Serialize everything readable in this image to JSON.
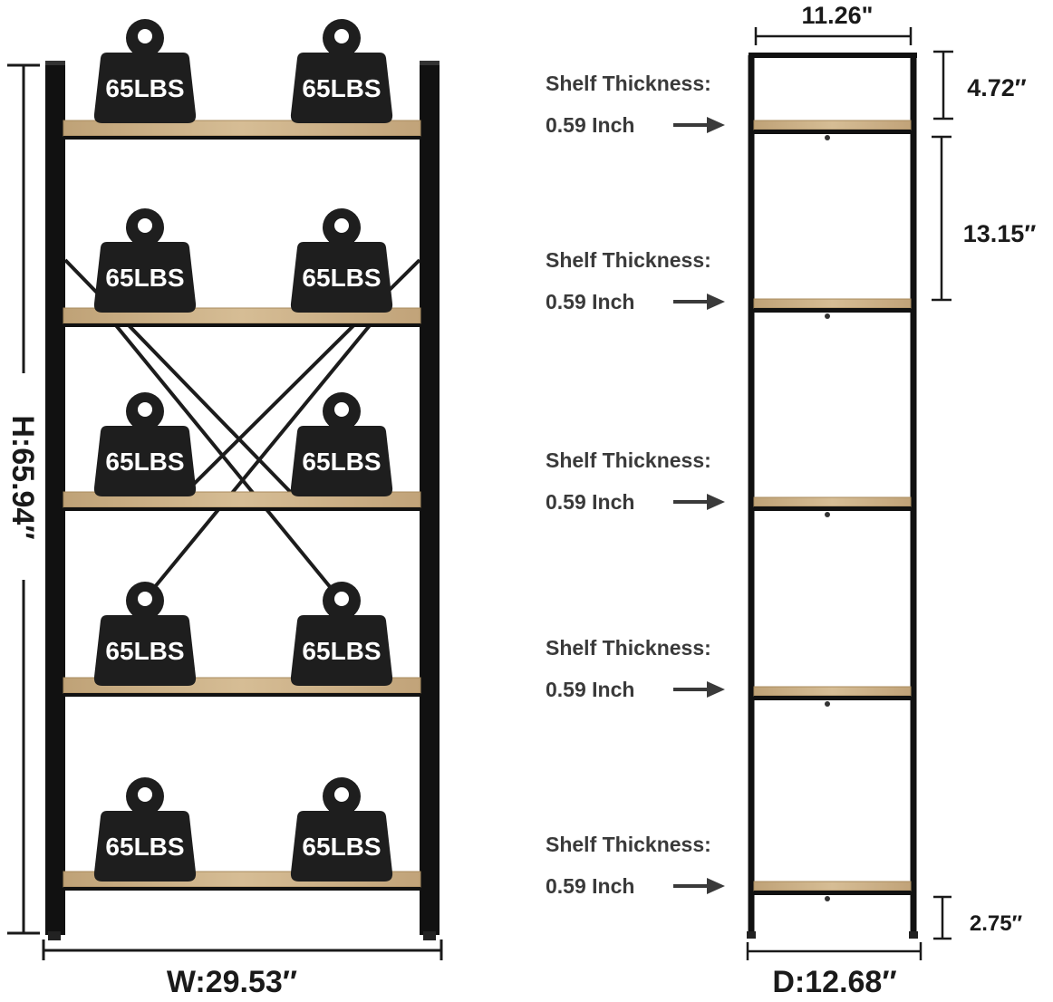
{
  "front_view": {
    "weight_labels": [
      "65LBS",
      "65LBS",
      "65LBS",
      "65LBS",
      "65LBS",
      "65LBS",
      "65LBS",
      "65LBS",
      "65LBS",
      "65LBS"
    ],
    "height_label": "H:65.94″",
    "width_label": "W:29.53″"
  },
  "side_view": {
    "top_width_label": "11.26\"",
    "depth_label": "D:12.68″",
    "top_gap_label": "4.72″",
    "shelf_gap_label": "13.15″",
    "bottom_gap_label": "2.75″",
    "shelf_notes": [
      {
        "title": "Shelf Thickness:",
        "value": "0.59 Inch"
      },
      {
        "title": "Shelf Thickness:",
        "value": "0.59 Inch"
      },
      {
        "title": "Shelf Thickness:",
        "value": "0.59 Inch"
      },
      {
        "title": "Shelf Thickness:",
        "value": "0.59 Inch"
      },
      {
        "title": "Shelf Thickness:",
        "value": "0.59 Inch"
      }
    ]
  },
  "colors": {
    "frame": "#111111",
    "wood": "#c9ad82",
    "wood_edge": "#a88b5e",
    "weight": "#1e1e1e",
    "dimension_line": "#1a1a1a",
    "arrow": "#3a3a3a"
  }
}
